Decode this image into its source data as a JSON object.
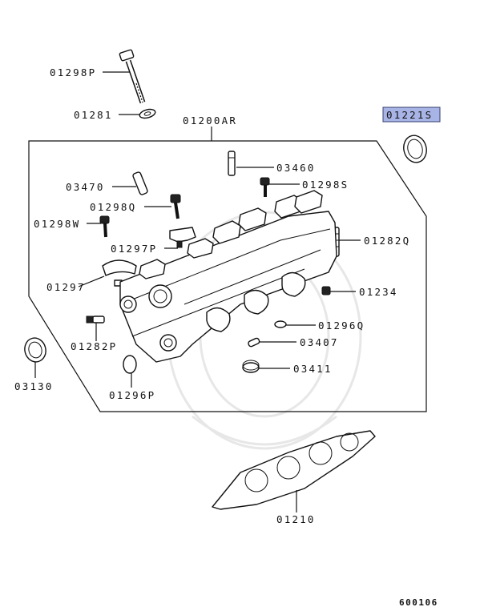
{
  "labels": {
    "p01298p": "01298P",
    "p01281": "01281",
    "p01200ar": "01200AR",
    "p01221s": "01221S",
    "p03460": "03460",
    "p03470": "03470",
    "p01298s": "01298S",
    "p01298q": "01298Q",
    "p01298w": "01298W",
    "p01282q": "01282Q",
    "p01297p": "01297P",
    "p01297": "01297",
    "p01234": "01234",
    "p01296q": "01296Q",
    "p01282p": "01282P",
    "p03407": "03407",
    "p03130": "03130",
    "p03411": "03411",
    "p01296p": "01296P",
    "p01210": "01210"
  },
  "diagram_id": "600106",
  "highlight_color": "#a9b4e6"
}
